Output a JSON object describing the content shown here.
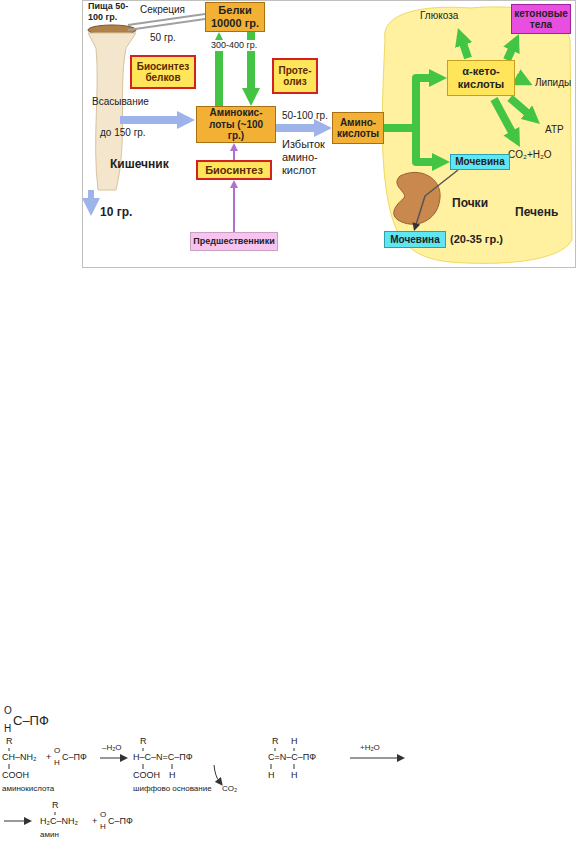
{
  "diagram": {
    "nodes": [
      {
        "text": [
          "Белки 10000 гр."
        ]
      },
      {
        "text": [
          "Биосинтез белков"
        ]
      },
      {
        "text": [
          "Проте- олиз"
        ]
      },
      {
        "text": [
          "Аминокис- лоты (~100 гр.)"
        ]
      },
      {
        "text": [
          "Биосинтез"
        ]
      },
      {
        "text": [
          "Предшественники"
        ]
      },
      {
        "text": [
          "Амино- кислоты"
        ]
      },
      {
        "text": [
          "α-кето- кислоты"
        ]
      },
      {
        "text": [
          "кетоновые тела"
        ]
      },
      {
        "text": [
          "Мочевина"
        ]
      },
      {
        "text": [
          "Мочевина"
        ]
      }
    ],
    "edges": [
      {
        "from": 3,
        "to": 0,
        "arrow": "to"
      },
      {
        "from": 0,
        "to": 3,
        "arrow": "to"
      },
      {
        "from": 5,
        "to": 4,
        "arrow": "to"
      },
      {
        "from": 4,
        "to": 3,
        "arrow": "to"
      },
      {
        "from": 3,
        "to": 6,
        "arrow": "to"
      },
      {
        "from": 6,
        "to": 7,
        "arrow": "to"
      },
      {
        "from": 6,
        "to": 9,
        "arrow": "to"
      },
      {
        "from": 7,
        "to": 8,
        "arrow": "to"
      },
      {
        "from": 9,
        "to": 10,
        "arrow": "to"
      }
    ],
    "labels": [
      "Пища 50-100 гр.",
      "Секреция",
      "50 гр.",
      "300-400 гр.",
      "Всасывание",
      "до 150 гр.",
      "Кишечник",
      "10 гр.",
      "50-100 гр.",
      "Избыток амино- кислот",
      "Глюкоза",
      "Липиды",
      "ATP",
      "CO₂+H₂O",
      "Почки",
      "Печень",
      "(20-35 гр.)",
      "O",
      "H",
      "C–ПФ",
      "R",
      "CH–NH₂",
      "COOH",
      "аминокислота",
      "+",
      "O",
      "H",
      "C–ПФ",
      "–H₂O",
      "R",
      "H–C–N=C–ПФ",
      "COOH",
      "H",
      "шиффово основание",
      "CO₂",
      "R",
      "C=N–C–ПФ",
      "H",
      "H",
      "H",
      "+H₂O",
      "R",
      "H₂C–NH₂",
      "амин",
      "+",
      "O",
      "H",
      "C–ПФ"
    ]
  }
}
